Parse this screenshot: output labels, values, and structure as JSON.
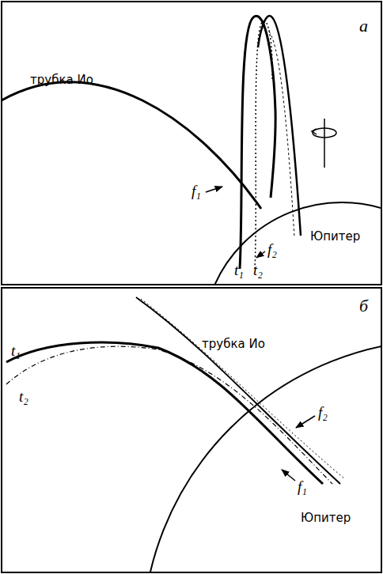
{
  "diagram": {
    "labels": [
      "а",
      "трубка Ио",
      "f₁",
      "f₂",
      "t₁",
      "t₂",
      "Юпитер",
      "б",
      "трубка Ио",
      "t₁",
      "t₂",
      "f₂",
      "f₁",
      "Юпитер"
    ]
  }
}
